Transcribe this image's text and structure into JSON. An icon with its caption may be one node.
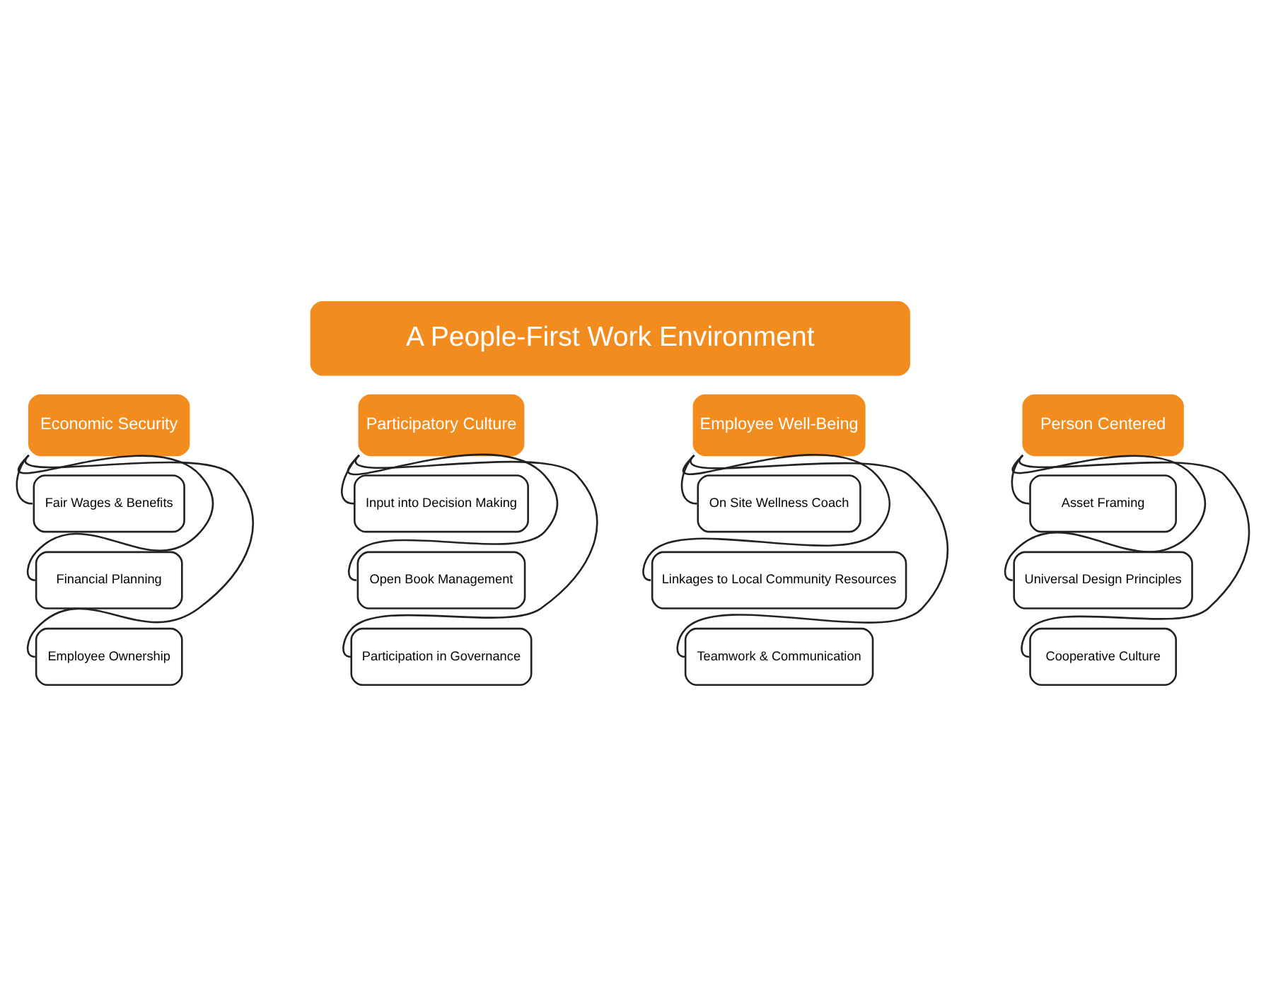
{
  "diagram": {
    "nodes": [
      {
        "text": [
          "A People-First Work Environment"
        ]
      },
      {
        "text": [
          "Economic Security"
        ]
      },
      {
        "text": [
          "Fair Wages & Benefits"
        ]
      },
      {
        "text": [
          "Financial Planning"
        ]
      },
      {
        "text": [
          "Employee Ownership"
        ]
      },
      {
        "text": [
          "Participatory Culture"
        ]
      },
      {
        "text": [
          "Input into Decision Making"
        ]
      },
      {
        "text": [
          "Open Book Management"
        ]
      },
      {
        "text": [
          "Participation in Governance"
        ]
      },
      {
        "text": [
          "Employee Well-Being"
        ]
      },
      {
        "text": [
          "On Site Wellness Coach"
        ]
      },
      {
        "text": [
          "Linkages to Local Community Resources"
        ]
      },
      {
        "text": [
          "Teamwork & Communication"
        ]
      },
      {
        "text": [
          "Person Centered"
        ]
      },
      {
        "text": [
          "Asset Framing"
        ]
      },
      {
        "text": [
          "Universal Design Principles"
        ]
      },
      {
        "text": [
          "Cooperative Culture"
        ]
      }
    ],
    "edges": [
      {
        "from": 1,
        "to": 2,
        "arrow": "none"
      },
      {
        "from": 1,
        "to": 3,
        "arrow": "none"
      },
      {
        "from": 1,
        "to": 4,
        "arrow": "none"
      },
      {
        "from": 5,
        "to": 6,
        "arrow": "none"
      },
      {
        "from": 5,
        "to": 7,
        "arrow": "none"
      },
      {
        "from": 5,
        "to": 8,
        "arrow": "none"
      },
      {
        "from": 9,
        "to": 10,
        "arrow": "none"
      },
      {
        "from": 9,
        "to": 11,
        "arrow": "none"
      },
      {
        "from": 9,
        "to": 12,
        "arrow": "none"
      },
      {
        "from": 13,
        "to": 14,
        "arrow": "none"
      },
      {
        "from": 13,
        "to": 15,
        "arrow": "none"
      },
      {
        "from": 13,
        "to": 16,
        "arrow": "none"
      }
    ]
  }
}
